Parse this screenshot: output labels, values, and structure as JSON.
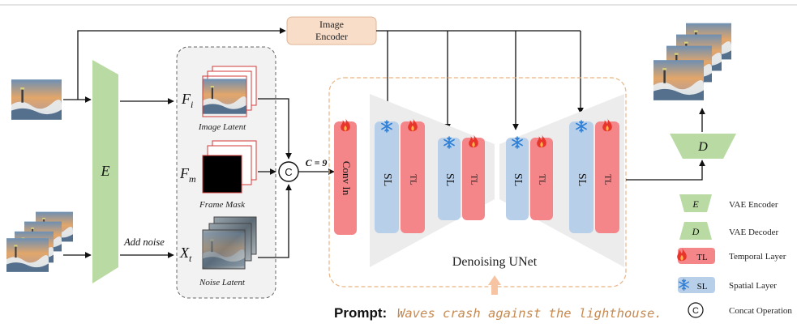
{
  "image_encoder_label": [
    "Image",
    "Encoder"
  ],
  "encoder_symbol": "E",
  "decoder_symbol": "D",
  "add_noise_label": "Add noise",
  "latents": {
    "image": {
      "symbol": "F",
      "sub": "i",
      "caption": "Image Latent"
    },
    "mask": {
      "symbol": "F",
      "sub": "m",
      "caption": "Frame Mask"
    },
    "noise": {
      "symbol": "X",
      "sub": "t",
      "caption": "Noise Latent"
    }
  },
  "concat_symbol": "C",
  "channel_label": "C = 9",
  "conv_in_label": "Conv In",
  "sl_label": "SL",
  "tl_label": "TL",
  "unet_label": "Denoising UNet",
  "prompt": {
    "label": "Prompt:",
    "text": "Waves crash against the lighthouse."
  },
  "legend": [
    {
      "key": "E",
      "text": "VAE Encoder"
    },
    {
      "key": "D",
      "text": "VAE Decoder"
    },
    {
      "key": "TL",
      "text": "Temporal Layer"
    },
    {
      "key": "SL",
      "text": "Spatial Layer"
    },
    {
      "key": "C",
      "text": "Concat Operation"
    }
  ],
  "colors": {
    "green": "#b9dba3",
    "red": "#f4868a",
    "blue": "#b8cfea",
    "unet_gray": "#ececec",
    "prompt_text": "#c8894e",
    "dash_orange": "#e9b483",
    "encoder_box": "#f8ddc9"
  }
}
